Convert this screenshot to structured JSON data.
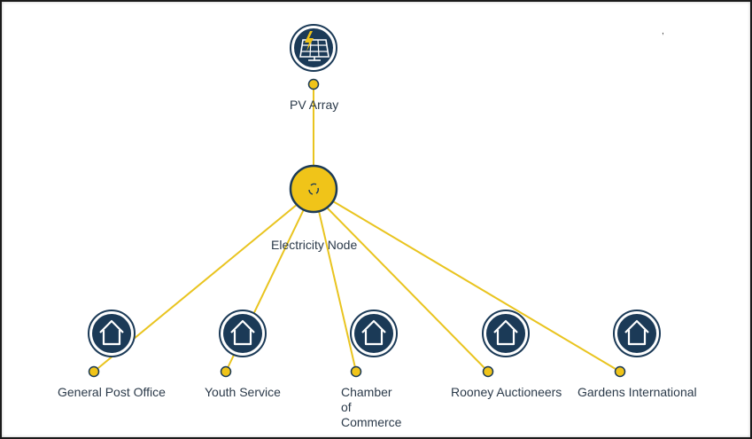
{
  "colors": {
    "accent": "#f0c419",
    "navy": "#1b3a57",
    "line": "#e9c41f",
    "text": "#2b3a4a"
  },
  "nodes": {
    "source": {
      "label": "PV Array",
      "icon": "solar-panel-icon"
    },
    "hub": {
      "label": "Electricity Node",
      "icon": "spinner-icon"
    },
    "consumers": [
      {
        "label": "General Post Office",
        "icon": "house-icon"
      },
      {
        "label": "Youth Service",
        "icon": "house-icon"
      },
      {
        "label": "Chamber of Commerce",
        "icon": "house-icon"
      },
      {
        "label": "Rooney Auctioneers",
        "icon": "house-icon"
      },
      {
        "label": "Gardens International",
        "icon": "house-icon"
      }
    ]
  },
  "stray_mark": ","
}
